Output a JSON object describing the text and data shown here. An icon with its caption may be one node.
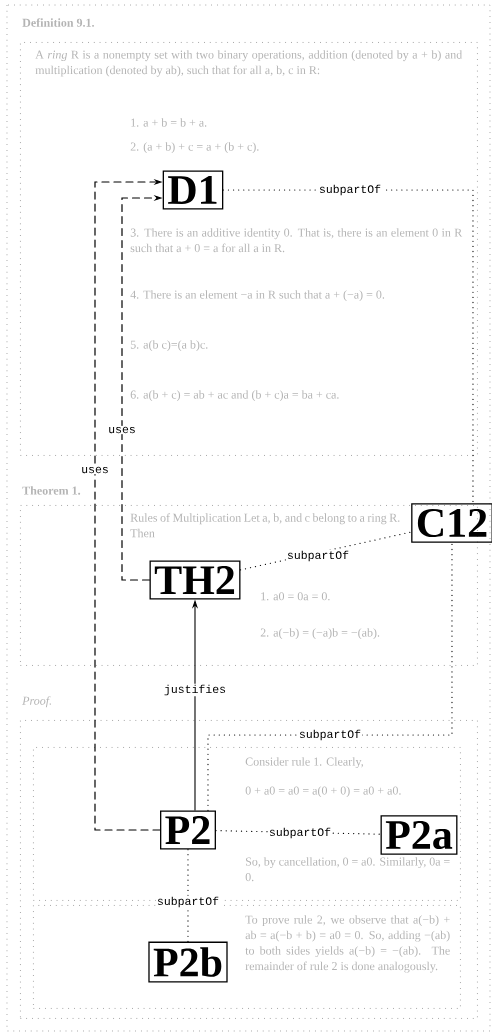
{
  "diagram": {
    "nodes": [
      {
        "text": [
          "Definition 9.1.",
          "A *ring* R is a nonempty set with two binary operations, addition (denoted by a + b) and multiplication (denoted by ab), such that for all a, b, c in R:",
          "1. a + b = b + a.",
          "2. (a + b) + c = a + (b + c).",
          "3. There is an additive identity 0. That is, there is an element 0 in R such that a + 0 = a for all a in R.",
          "4. There is an element −a in R such that a + (−a) = 0.",
          "5. a(b c)=(a b)c.",
          "6. a(b + c) = ab + ac and (b + c)a = ba + ca."
        ]
      },
      {
        "text": [
          "D1"
        ],
        "in": 0
      },
      {
        "text": [
          "Theorem 1.",
          "Rules of Multiplication Let a, b, and c belong to a ring R. Then",
          "1. a0 = 0a = 0.",
          "2. a(−b) = (−a)b = −(ab)."
        ]
      },
      {
        "text": [
          "C12"
        ]
      },
      {
        "text": [
          "TH2"
        ],
        "in": 2
      },
      {
        "text": [
          "Proof."
        ]
      },
      {
        "text": [
          "Consider rule 1. Clearly,",
          "0 + a0 = a0 = a(0 + 0) = a0 + a0.",
          "So, by cancellation, 0 = a0. Similarly, 0a = 0."
        ],
        "in": 5
      },
      {
        "text": [
          "P2"
        ],
        "in": 6
      },
      {
        "text": [
          "P2a"
        ],
        "in": 6
      },
      {
        "text": [
          "To prove rule 2, we observe that a(−b) + ab = a(−b + b) = a0 = 0. So, adding −(ab) to both sides yields a(−b) = −(ab). The remainder of rule 2 is done analogously."
        ],
        "in": 5
      },
      {
        "text": [
          "P2b"
        ],
        "in": 9
      }
    ],
    "edges": [
      {
        "from": 7,
        "to": 1,
        "arrow": "to",
        "label": "uses",
        "style": "dashed"
      },
      {
        "from": 4,
        "to": 1,
        "arrow": "to",
        "label": "uses",
        "style": "dashed"
      },
      {
        "from": 7,
        "to": 4,
        "arrow": "to",
        "label": "justifies"
      },
      {
        "from": 1,
        "to": 3,
        "arrow": "none",
        "label": "subpartOf",
        "style": "dashed"
      },
      {
        "from": 4,
        "to": 3,
        "arrow": "none",
        "label": "subpartOf",
        "style": "dashed"
      },
      {
        "from": 7,
        "to": 3,
        "arrow": "none",
        "label": "subpartOf",
        "style": "dashed"
      },
      {
        "from": 7,
        "to": 8,
        "arrow": "none",
        "label": "subpartOf",
        "style": "dashed"
      },
      {
        "from": 7,
        "to": 10,
        "arrow": "none",
        "label": "subpartOf",
        "style": "dashed"
      }
    ]
  }
}
